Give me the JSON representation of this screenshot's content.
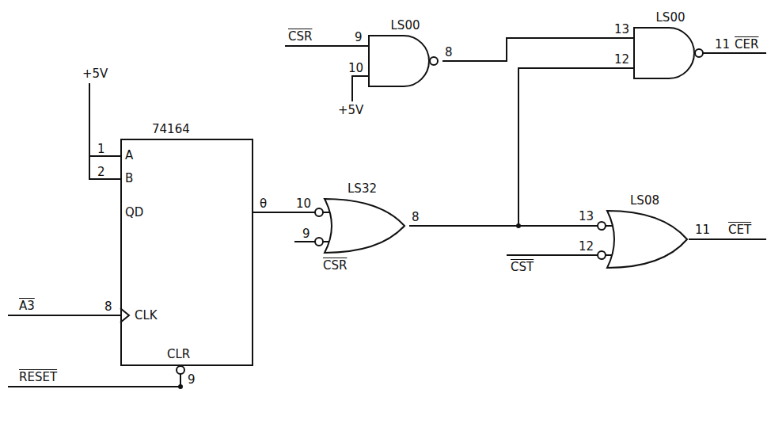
{
  "diagram": {
    "nodes": [
      {
        "text": [
          "LS00"
        ]
      },
      {
        "text": [
          "LS00"
        ]
      },
      {
        "text": [
          "74164"
        ]
      },
      {
        "text": [
          "LS32"
        ]
      },
      {
        "text": [
          "LS08"
        ]
      }
    ],
    "edges": [
      {
        "from": 2,
        "to": 3,
        "arrow": "none"
      },
      {
        "from": 0,
        "to": 1,
        "arrow": "none"
      },
      {
        "from": 3,
        "to": 1,
        "arrow": "none"
      },
      {
        "from": 3,
        "to": 4,
        "arrow": "none"
      }
    ],
    "labels": [
      "+5V",
      "1",
      "A",
      "2",
      "B",
      "QD",
      "θ",
      "A3",
      "8",
      "CLK",
      "CLR",
      "9",
      "RESET",
      "CSR",
      "9",
      "10",
      "+5V",
      "8",
      "13",
      "12",
      "11",
      "CER",
      "10",
      "9",
      "CSR",
      "8",
      "13",
      "12",
      "CST",
      "11",
      "CET"
    ]
  }
}
